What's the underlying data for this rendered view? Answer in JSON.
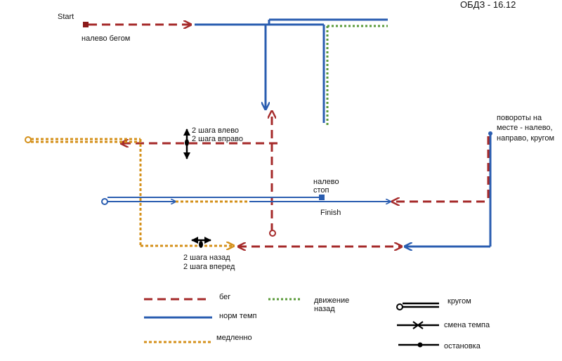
{
  "title": "ОБДЗ - 16.12",
  "labels": {
    "start": "Start",
    "left_run": "налево бегом",
    "steps_side_1": "2 шага влево",
    "steps_side_2": "2 шага вправо",
    "turns_1": "повороты на",
    "turns_2": "месте - налево,",
    "turns_3": "направо, кругом",
    "left_stop_1": "налево",
    "left_stop_2": "стоп",
    "finish": "Finish",
    "steps_fb_1": "2 шага назад",
    "steps_fb_2": "2 шага вперед"
  },
  "legend": {
    "run": "бег",
    "norm": "норм темп",
    "slow": "медленно",
    "back_1": "движение",
    "back_2": "назад",
    "around": "кругом",
    "pace_change": "смена темпа",
    "stop": "остановка"
  },
  "colors": {
    "run": "#a52a2a",
    "norm": "#2a5db0",
    "slow": "#d4901a",
    "back": "#5a9a3a",
    "marker": "#000000"
  }
}
